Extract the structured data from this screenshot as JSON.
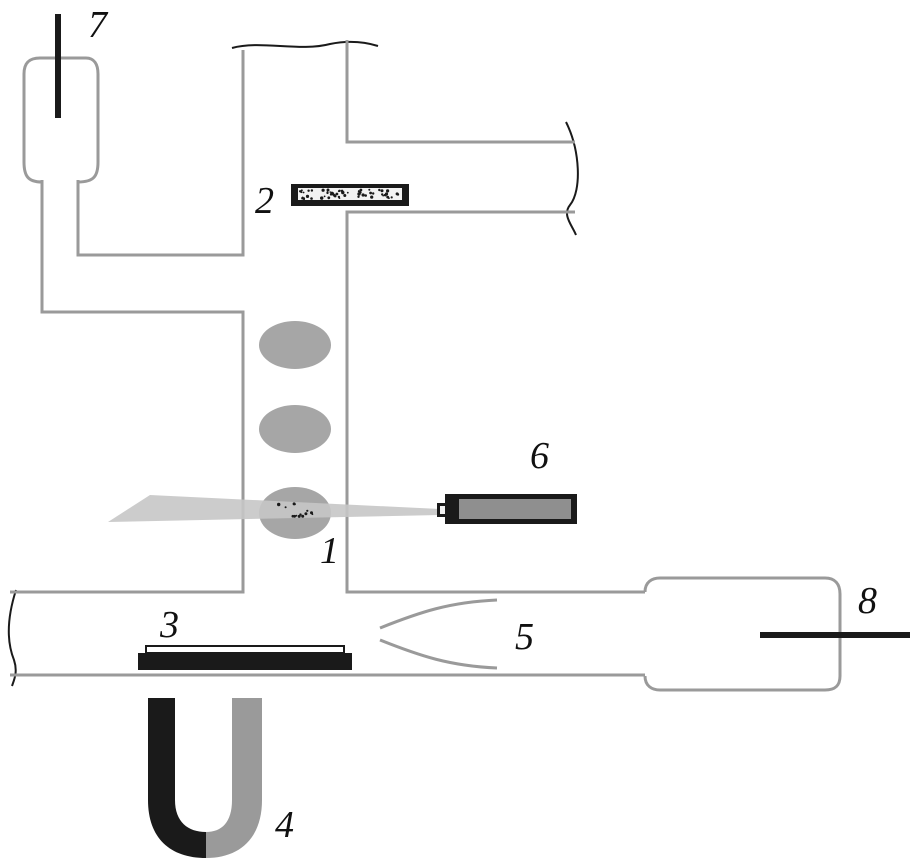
{
  "labels": {
    "l1": "1",
    "l2": "2",
    "l3": "3",
    "l4": "4",
    "l5": "5",
    "l6": "6",
    "l7": "7",
    "l8": "8"
  },
  "colors": {
    "wall": "#9a9a9a",
    "droplet": "#a6a6a6",
    "beam": "#c6c6c6",
    "dark": "#1a1a1a",
    "laser_body": "#8f8f8f",
    "magnet_right": "#9a9a9a"
  }
}
